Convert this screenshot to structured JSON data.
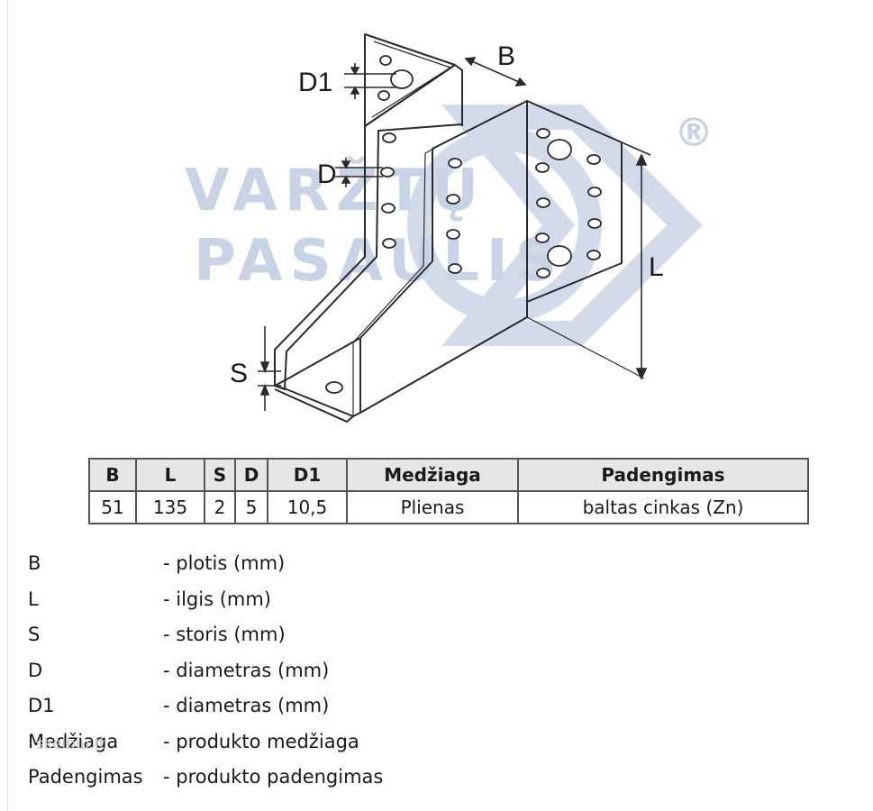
{
  "watermark": {
    "line1": "VARŽTŲ",
    "line2": "PASAULIS",
    "registered": "®"
  },
  "diagram_labels": {
    "b": "B",
    "l": "L",
    "s": "S",
    "d": "D",
    "d1": "D1"
  },
  "spec_table": {
    "headers": [
      "B",
      "L",
      "S",
      "D",
      "D1",
      "Medžiaga",
      "Padengimas"
    ],
    "row": [
      "51",
      "135",
      "2",
      "5",
      "10,5",
      "Plienas",
      "baltas cinkas (Zn)"
    ]
  },
  "legend": [
    {
      "key": "B",
      "desc": "- plotis (mm)"
    },
    {
      "key": "L",
      "desc": "- ilgis (mm)"
    },
    {
      "key": "S",
      "desc": "- storis (mm)"
    },
    {
      "key": "D",
      "desc": "- diametras (mm)"
    },
    {
      "key": "D1",
      "desc": "- diametras (mm)"
    },
    {
      "key": "Medžiaga",
      "desc": "- produkto medžiaga"
    },
    {
      "key": "Padengimas",
      "desc": "- produkto padengimas"
    }
  ],
  "source_watermark": "skelbiu.lt"
}
